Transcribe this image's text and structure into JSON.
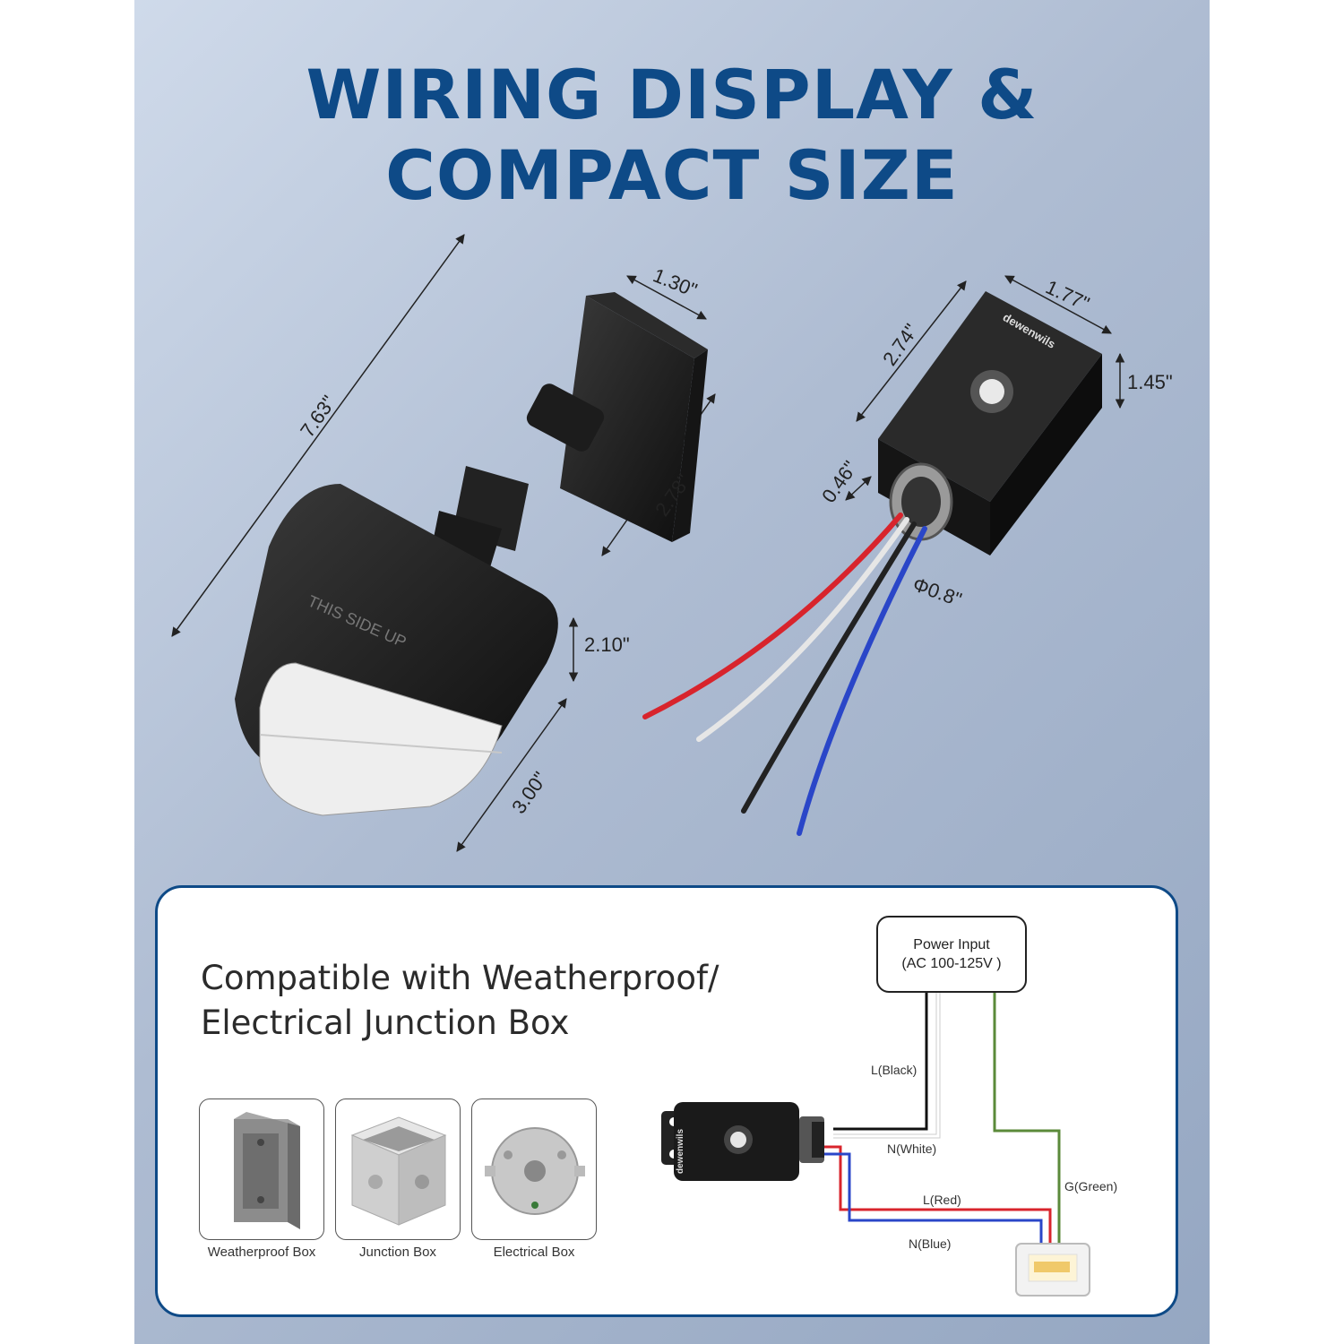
{
  "title": {
    "line1": "WIRING DISPLAY &",
    "line2": "COMPACT SIZE"
  },
  "dimensions": {
    "sensor_length": "7.63\"",
    "sensor_width": "1.30\"",
    "sensor_arm": "2.78\"",
    "sensor_head_height": "2.10\"",
    "sensor_head_width": "3.00\"",
    "box_width": "1.77\"",
    "box_length": "2.74\"",
    "box_height": "1.45\"",
    "connector_length": "0.46\"",
    "connector_diameter": "Φ0.8\""
  },
  "product": {
    "brand": "dewenwils",
    "print": "THIS SIDE UP"
  },
  "compat": {
    "line1": "Compatible with Weatherproof/",
    "line2": "Electrical Junction Box"
  },
  "boxes": [
    {
      "label": "Weatherproof Box"
    },
    {
      "label": "Junction Box"
    },
    {
      "label": "Electrical Box"
    }
  ],
  "wiring": {
    "power_line1": "Power Input",
    "power_line2": "(AC 100-125V )",
    "wires": [
      {
        "label": "L(Black)",
        "color": "#111111"
      },
      {
        "label": "N(White)",
        "color": "#ffffff"
      },
      {
        "label": "G(Green)",
        "color": "#5b8a3a"
      },
      {
        "label": "L(Red)",
        "color": "#d8242c"
      },
      {
        "label": "N(Blue)",
        "color": "#2a46c8"
      }
    ]
  },
  "colors": {
    "title": "#0e4a87",
    "accent_border": "#0e4a87"
  }
}
